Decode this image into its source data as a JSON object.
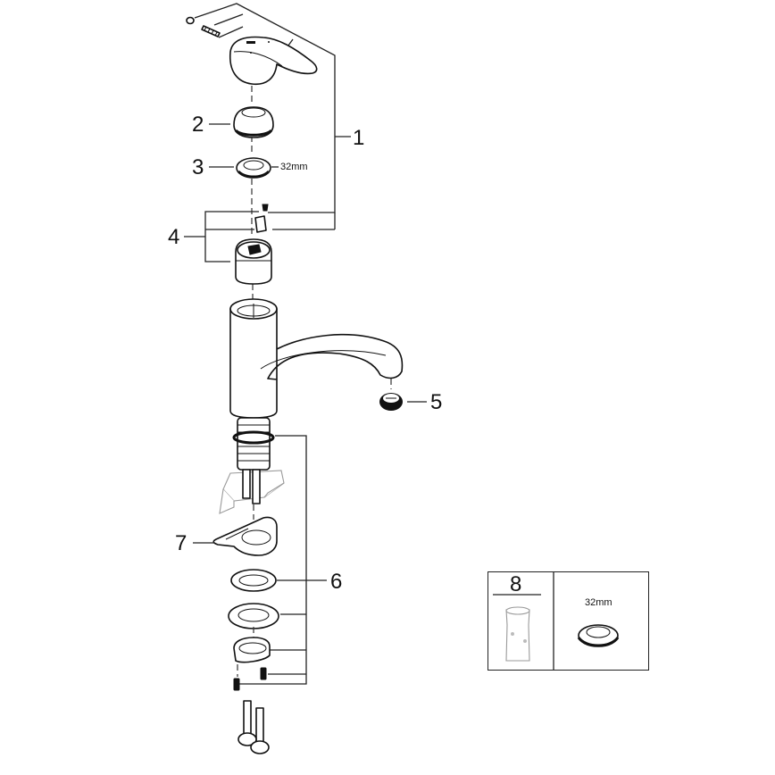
{
  "diagram": {
    "type": "exploded-parts-view",
    "subject": "single-lever kitchen faucet",
    "callouts": [
      {
        "id": "1",
        "label": "1",
        "part": "handle assembly (lever, grub screw, set screw, cap, nut, cartridge screws)"
      },
      {
        "id": "2",
        "label": "2",
        "part": "escutcheon cap"
      },
      {
        "id": "3",
        "label": "3",
        "part": "hex nut",
        "note": "32mm"
      },
      {
        "id": "4",
        "label": "4",
        "part": "cartridge with screws"
      },
      {
        "id": "5",
        "label": "5",
        "part": "aerator"
      },
      {
        "id": "6",
        "label": "6",
        "part": "mounting set (o-ring, washers, bracket, screws)"
      },
      {
        "id": "7",
        "label": "7",
        "part": "horseshoe / stabilizer plate"
      },
      {
        "id": "8",
        "label": "8",
        "part": "tool kit"
      }
    ],
    "dimension_labels": {
      "nut": "32mm",
      "kit_wrench": "32mm"
    }
  }
}
